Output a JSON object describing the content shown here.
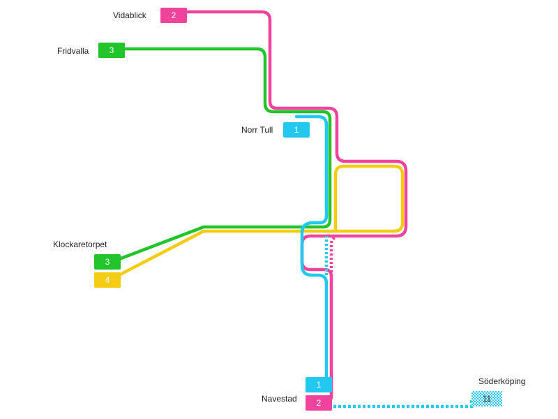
{
  "colors": {
    "line_1": "#22c8ee",
    "line_2": "#f0449c",
    "line_3": "#22c42c",
    "line_4": "#f4cc14",
    "line_11": "#22c8ee"
  },
  "stops": {
    "vidablick": {
      "name": "Vidablick",
      "lines": [
        "2"
      ]
    },
    "fridvalla": {
      "name": "Fridvalla",
      "lines": [
        "3"
      ]
    },
    "norr_tull": {
      "name": "Norr Tull",
      "lines": [
        "1"
      ]
    },
    "klockaretorpet": {
      "name": "Klockaretorpet",
      "lines": [
        "3",
        "4"
      ]
    },
    "navestad": {
      "name": "Navestad",
      "lines": [
        "1",
        "2"
      ]
    },
    "soderkoping": {
      "name": "Söderköping",
      "lines": [
        "11"
      ]
    }
  }
}
